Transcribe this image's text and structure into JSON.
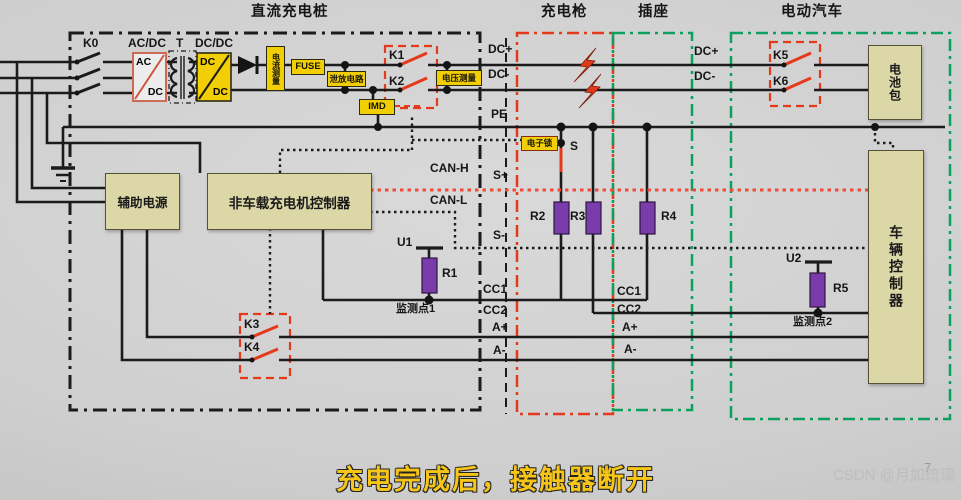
{
  "titles": {
    "pile": "直流充电桩",
    "gun": "充电枪",
    "socket": "插座",
    "ev": "电动汽车"
  },
  "blocks": {
    "aux_power": "辅助电源",
    "charger_controller": "非车载充电机控制器",
    "battery_pack": "电池包",
    "vehicle_controller": "车辆控制器",
    "acdc": "AC/DC",
    "t": "T",
    "dcdc": "DC/DC",
    "ac": "AC",
    "dc": "DC",
    "current_measure": "电流测量",
    "fuse": "FUSE",
    "bleeder": "泄放电路",
    "imd": "IMD",
    "voltage_measure": "电压测量",
    "elock": "电子锁"
  },
  "switches": {
    "k0": "K0",
    "k1": "K1",
    "k2": "K2",
    "k3": "K3",
    "k4": "K4",
    "k5": "K5",
    "k6": "K6"
  },
  "wires": {
    "dc_plus": "DC+",
    "dc_minus": "DC-",
    "pe": "PE",
    "can_h": "CAN-H",
    "can_l": "CAN-L",
    "s_plus": "S+",
    "s_minus": "S-",
    "s": "S",
    "cc1": "CC1",
    "cc2": "CC2",
    "a_plus": "A+",
    "a_minus": "A-"
  },
  "parts": {
    "u1": "U1",
    "r1": "R1",
    "u2": "U2",
    "r5": "R5",
    "r2": "R2",
    "r3": "R3",
    "r4": "R4",
    "monitor1": "监测点1",
    "monitor2": "监测点2"
  },
  "caption": "充电完成后，接触器断开",
  "watermark": "CSDN @月如琉璃",
  "page_number": "7",
  "colors": {
    "accent_red": "#e5391c",
    "accent_green": "#0aa05f",
    "box_tan": "#dbd7a6",
    "box_yellow": "#f2ce06",
    "resistor_purple": "#7a3ca8",
    "caption_yellow": "#f7c517"
  }
}
